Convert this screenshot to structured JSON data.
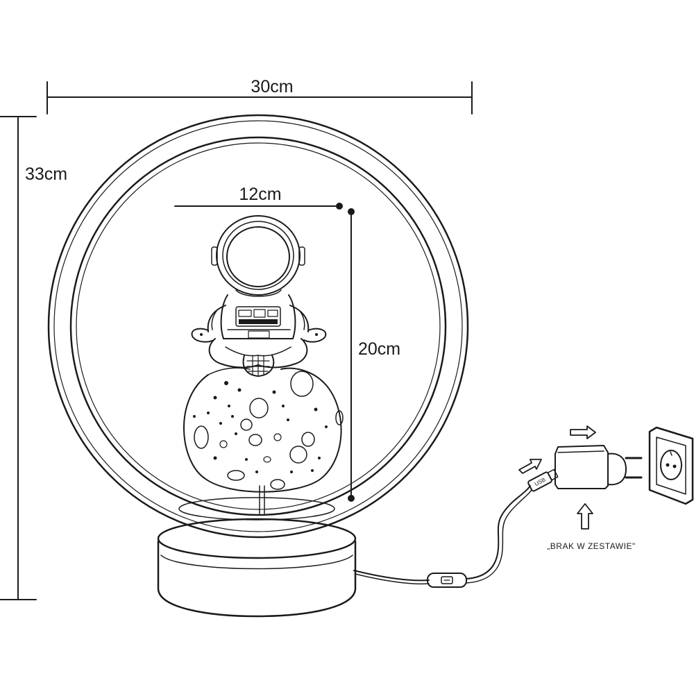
{
  "dimensions": {
    "width": "30cm",
    "height": "33cm",
    "figure_width": "12cm",
    "figure_height": "20cm"
  },
  "adapter": {
    "usb_label": "USB",
    "not_included_note": "„BRAK W ZESTAWIE\""
  },
  "colors": {
    "line": "#1a1a1a",
    "background": "#ffffff"
  }
}
